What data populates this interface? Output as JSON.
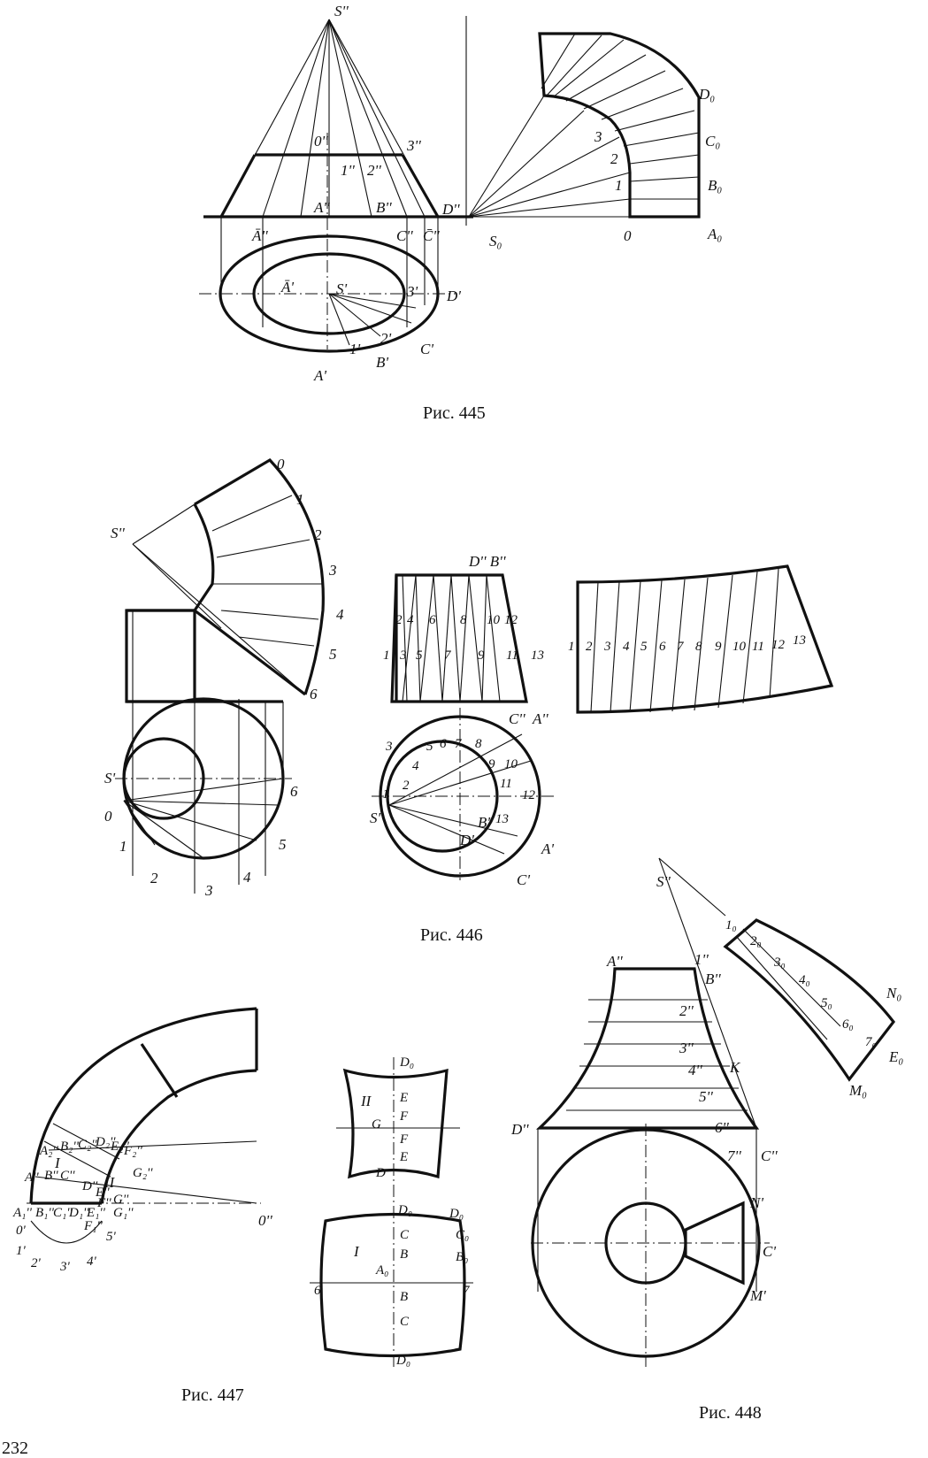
{
  "page_number": "232",
  "captions": {
    "fig445": "Рис. 445",
    "fig446": "Рис. 446",
    "fig447": "Рис. 447",
    "fig448": "Рис. 448"
  },
  "fig445": {
    "labels": [
      "S''",
      "0''",
      "3''",
      "1''",
      "2''",
      "A''",
      "B''",
      "D''",
      "Ā''",
      "C''",
      "C̄''",
      "Ā'",
      "S'",
      "3'",
      "D'",
      "2'",
      "1'",
      "C'",
      "B'",
      "A'",
      "D₀",
      "C₀",
      "B₀",
      "A₀",
      "3",
      "2",
      "1",
      "0",
      "S₀"
    ]
  },
  "fig446": {
    "labels": [
      "0",
      "1",
      "2",
      "3",
      "4",
      "5",
      "6",
      "S''",
      "S'",
      "0",
      "1",
      "2",
      "3",
      "4",
      "5",
      "6",
      "D'' B''",
      "2",
      "4",
      "6",
      "8",
      "10",
      "12",
      "1",
      "3",
      "5",
      "7",
      "9",
      "11",
      "13",
      "C''",
      "A''",
      "3",
      "5",
      "6",
      "7",
      "8",
      "9",
      "10",
      "4",
      "2",
      "1",
      "11",
      "12",
      "13",
      "S'",
      "B'",
      "D'",
      "A'",
      "C'",
      "1",
      "2",
      "3",
      "4",
      "5",
      "6",
      "7",
      "8",
      "9",
      "10",
      "11",
      "12",
      "13"
    ]
  },
  "fig447": {
    "labels": [
      "A₂''",
      "B₂''",
      "C₂''",
      "D₂''",
      "E₂''",
      "F₂''",
      "G₂''",
      "I",
      "II",
      "A''",
      "B''",
      "C''",
      "D''",
      "E''",
      "F''",
      "G''",
      "A₁''",
      "B₁''",
      "C₁''",
      "D₁''",
      "E₁''",
      "F₁''",
      "G₁''",
      "0'",
      "1'",
      "2'",
      "3'",
      "4'",
      "5'",
      "0''",
      "D₀",
      "II",
      "E",
      "F",
      "G",
      "F",
      "E",
      "D",
      "D₀",
      "D₀",
      "I",
      "C",
      "C₀",
      "B",
      "B₀",
      "A₀",
      "6",
      "7",
      "B",
      "C",
      "D₀"
    ]
  },
  "fig448": {
    "labels": [
      "S''",
      "A''",
      "1''",
      "B''",
      "2''",
      "3''",
      "4''",
      "K",
      "5''",
      "6''",
      "D''",
      "7''",
      "C''",
      "1₀",
      "2₀",
      "3₀",
      "4₀",
      "5₀",
      "6₀",
      "7₀",
      "N₀",
      "E₀",
      "M₀",
      "N'",
      "C'",
      "M'"
    ]
  }
}
